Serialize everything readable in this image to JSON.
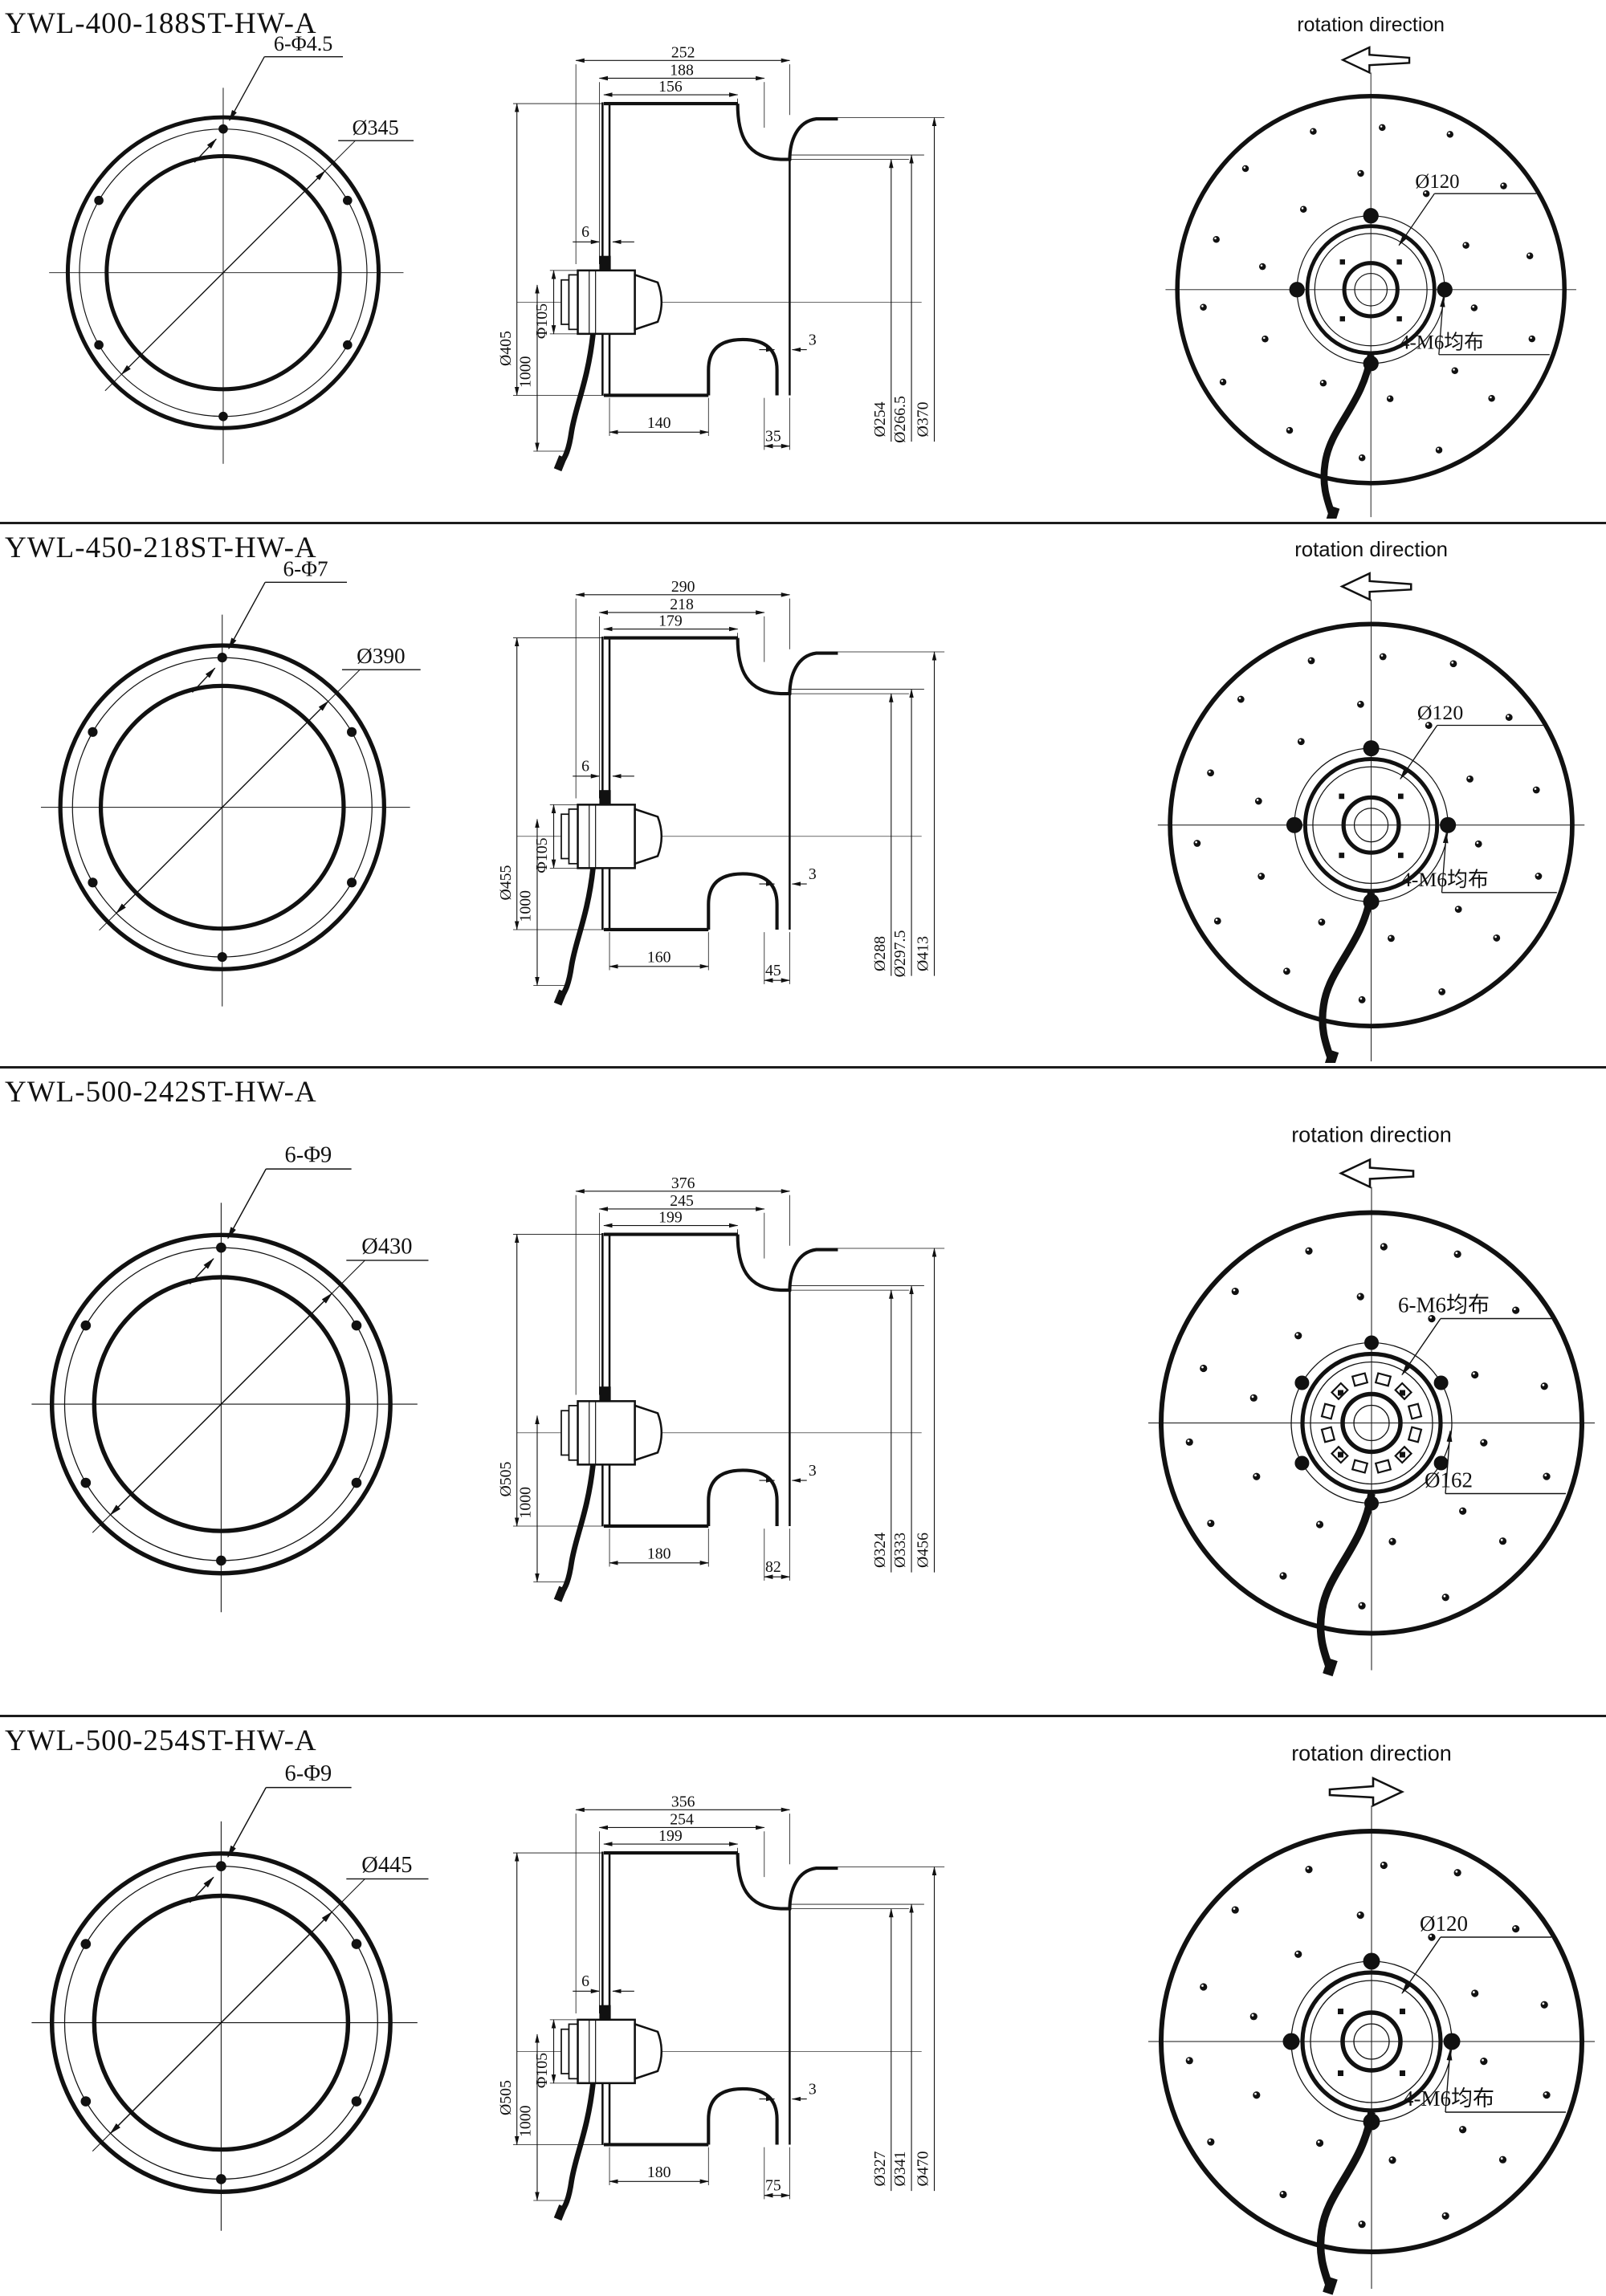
{
  "rows": [
    {
      "title": "YWL-400-188ST-HW-A",
      "front": {
        "holes_label": "6-Φ4.5",
        "outer_dia": "Ø345"
      },
      "side": {
        "w_total": "252",
        "w_mid": "188",
        "w_inner": "156",
        "dia_outer": "Ø405",
        "dia_motor": "Φ105",
        "plate_gap": "6",
        "cable_len": "1000",
        "dia_r1": "Ø254",
        "dia_r2": "Ø266.5",
        "dia_r3": "Ø370",
        "len_bottom": "140",
        "len_outlet": "35",
        "outlet_gap": "3"
      },
      "back": {
        "rotation_label": "rotation direction",
        "rotation_arrow": "left",
        "bolts": 4,
        "note_top": "Ø120",
        "note_bottom": "4-M6均布"
      }
    },
    {
      "title": "YWL-450-218ST-HW-A",
      "front": {
        "holes_label": "6-Φ7",
        "outer_dia": "Ø390"
      },
      "side": {
        "w_total": "290",
        "w_mid": "218",
        "w_inner": "179",
        "dia_outer": "Ø455",
        "dia_motor": "Φ105",
        "plate_gap": "6",
        "cable_len": "1000",
        "dia_r1": "Ø288",
        "dia_r2": "Ø297.5",
        "dia_r3": "Ø413",
        "len_bottom": "160",
        "len_outlet": "45",
        "outlet_gap": "3"
      },
      "back": {
        "rotation_label": "rotation direction",
        "rotation_arrow": "left",
        "bolts": 4,
        "note_top": "Ø120",
        "note_bottom": "4-M6均布"
      }
    },
    {
      "title": "YWL-500-242ST-HW-A",
      "front": {
        "holes_label": "6-Φ9",
        "outer_dia": "Ø430"
      },
      "side": {
        "w_total": "376",
        "w_mid": "245",
        "w_inner": "199",
        "dia_outer": "Ø505",
        "cable_len": "1000",
        "dia_r1": "Ø324",
        "dia_r2": "Ø333",
        "dia_r3": "Ø456",
        "len_bottom": "180",
        "len_outlet": "82",
        "outlet_gap": "3"
      },
      "back": {
        "rotation_label": "rotation direction",
        "rotation_arrow": "left",
        "bolts": 6,
        "note_top": "6-M6均布",
        "note_bottom": "Ø162"
      }
    },
    {
      "title": "YWL-500-254ST-HW-A",
      "front": {
        "holes_label": "6-Φ9",
        "outer_dia": "Ø445"
      },
      "side": {
        "w_total": "356",
        "w_mid": "254",
        "w_inner": "199",
        "dia_outer": "Ø505",
        "dia_motor": "Φ105",
        "plate_gap": "6",
        "cable_len": "1000",
        "dia_r1": "Ø327",
        "dia_r2": "Ø341",
        "dia_r3": "Ø470",
        "len_bottom": "180",
        "len_outlet": "75",
        "outlet_gap": "3"
      },
      "back": {
        "rotation_label": "rotation direction",
        "rotation_arrow": "right",
        "bolts": 4,
        "note_top": "Ø120",
        "note_bottom": "4-M6均布"
      }
    }
  ]
}
